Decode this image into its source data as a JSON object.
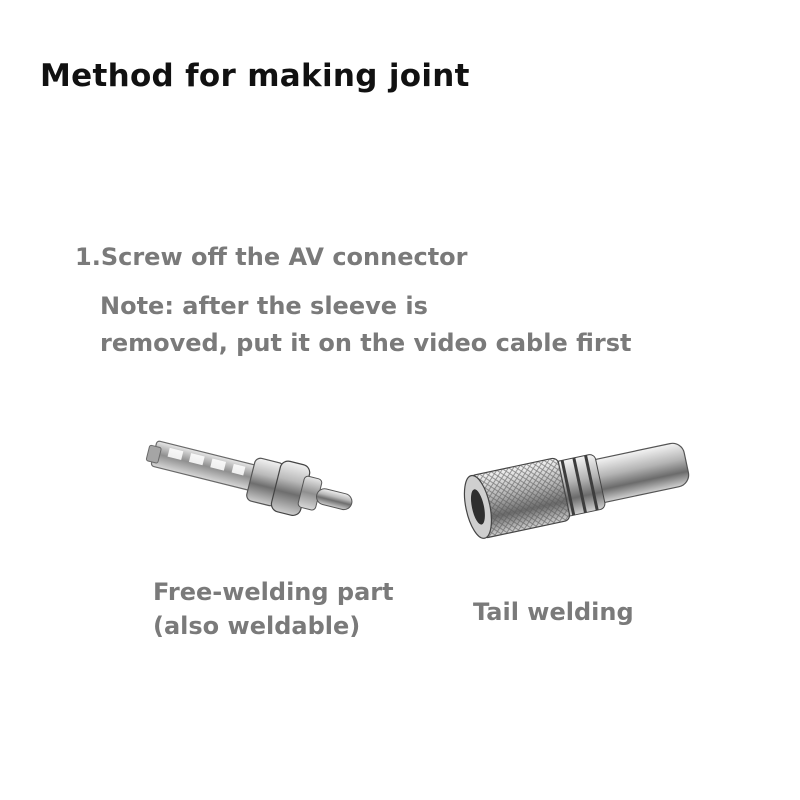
{
  "title": "Method for making joint",
  "step": {
    "label": "1.Screw off the AV connector",
    "note_line1": "Note: after the sleeve is",
    "note_line2": "removed, put it on the video cable first"
  },
  "parts": {
    "left_caption_line1": "Free-welding part",
    "left_caption_line2": "(also weldable)",
    "right_caption": "Tail welding"
  }
}
